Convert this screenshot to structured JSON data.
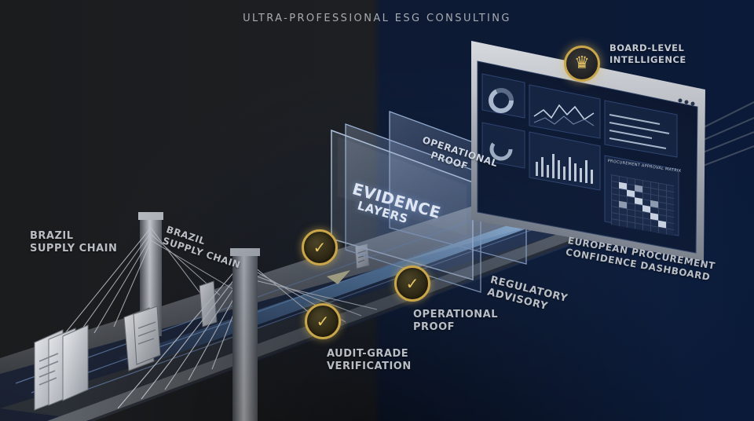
{
  "header": {
    "title": "ULTRA-PROFESSIONAL ESG CONSULTING"
  },
  "labels": {
    "brazil_supply_chain_left": [
      "BRAZIL",
      "SUPPLY CHAIN"
    ],
    "brazil_supply_chain_bridge": [
      "BRAZIL",
      "SUPPLY CHAIN"
    ],
    "evidence_layers": [
      "EVIDENCE",
      "LAYERS"
    ],
    "operational_proof_panel": [
      "OPERATIONAL",
      "PROOF"
    ],
    "board_level_intelligence": [
      "BOARD-LEVEL",
      "INTELLIGENCE"
    ],
    "european_procurement": [
      "EUROPEAN PROCUREMENT",
      "CONFIDENCE DASHBOARD"
    ],
    "regulatory_advisory": [
      "REGULATORY",
      "ADVISORY"
    ],
    "operational_proof_bottom": [
      "OPERATIONAL",
      "PROOF"
    ],
    "audit_grade_verification": [
      "AUDIT-GRADE",
      "VERIFICATION"
    ]
  },
  "dashboard": {
    "matrix_title": "PROCUREMENT APPROVAL MATRIX"
  },
  "icons": {
    "checkmark": "check-icon",
    "crown": "crown-icon",
    "document": "document-icon"
  },
  "colors": {
    "left_background": "#1d1f22",
    "right_background": "#0a1a38",
    "gold_accent": "#c9a64a",
    "label_text": "#b9bdc4",
    "highlight_blue": "#8fc1ff"
  }
}
